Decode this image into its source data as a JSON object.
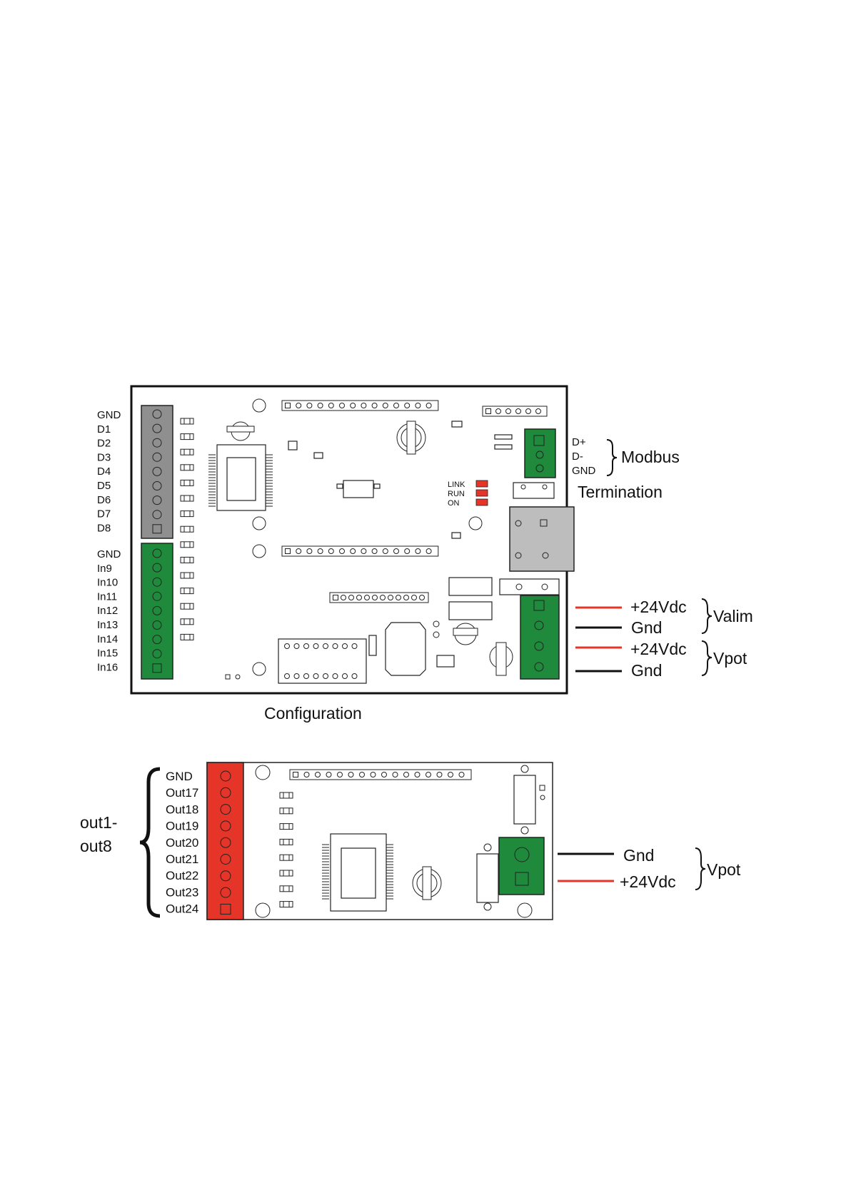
{
  "board1": {
    "left_pins_top": [
      "GND",
      "D1",
      "D2",
      "D3",
      "D4",
      "D5",
      "D6",
      "D7",
      "D8"
    ],
    "left_pins_bottom": [
      "GND",
      "In9",
      "In10",
      "In11",
      "In12",
      "In13",
      "In14",
      "In15",
      "In16"
    ],
    "modbus_pins": [
      "D+",
      "D-",
      "GND"
    ],
    "modbus_label": "Modbus",
    "termination_label": "Termination",
    "leds": [
      "LINK",
      "RUN",
      "ON"
    ],
    "power_pins": [
      "+24Vdc",
      "Gnd",
      "+24Vdc",
      "Gnd"
    ],
    "valim_label": "Valim",
    "vpot_label": "Vpot",
    "configuration_label": "Configuration"
  },
  "board2": {
    "left_pins": [
      "GND",
      "Out17",
      "Out18",
      "Out19",
      "Out20",
      "Out21",
      "Out22",
      "Out23",
      "Out24"
    ],
    "group_label_line1": "out1-",
    "group_label_line2": "out8",
    "power_pins": [
      "Gnd",
      "+24Vdc"
    ],
    "vpot_label": "Vpot"
  },
  "colors": {
    "terminal_gray": "#8f8f8f",
    "terminal_green": "#1f8a3c",
    "terminal_red": "#e53528",
    "wire_red": "#e53528",
    "wire_black": "#111111",
    "led_red": "#e53528"
  }
}
